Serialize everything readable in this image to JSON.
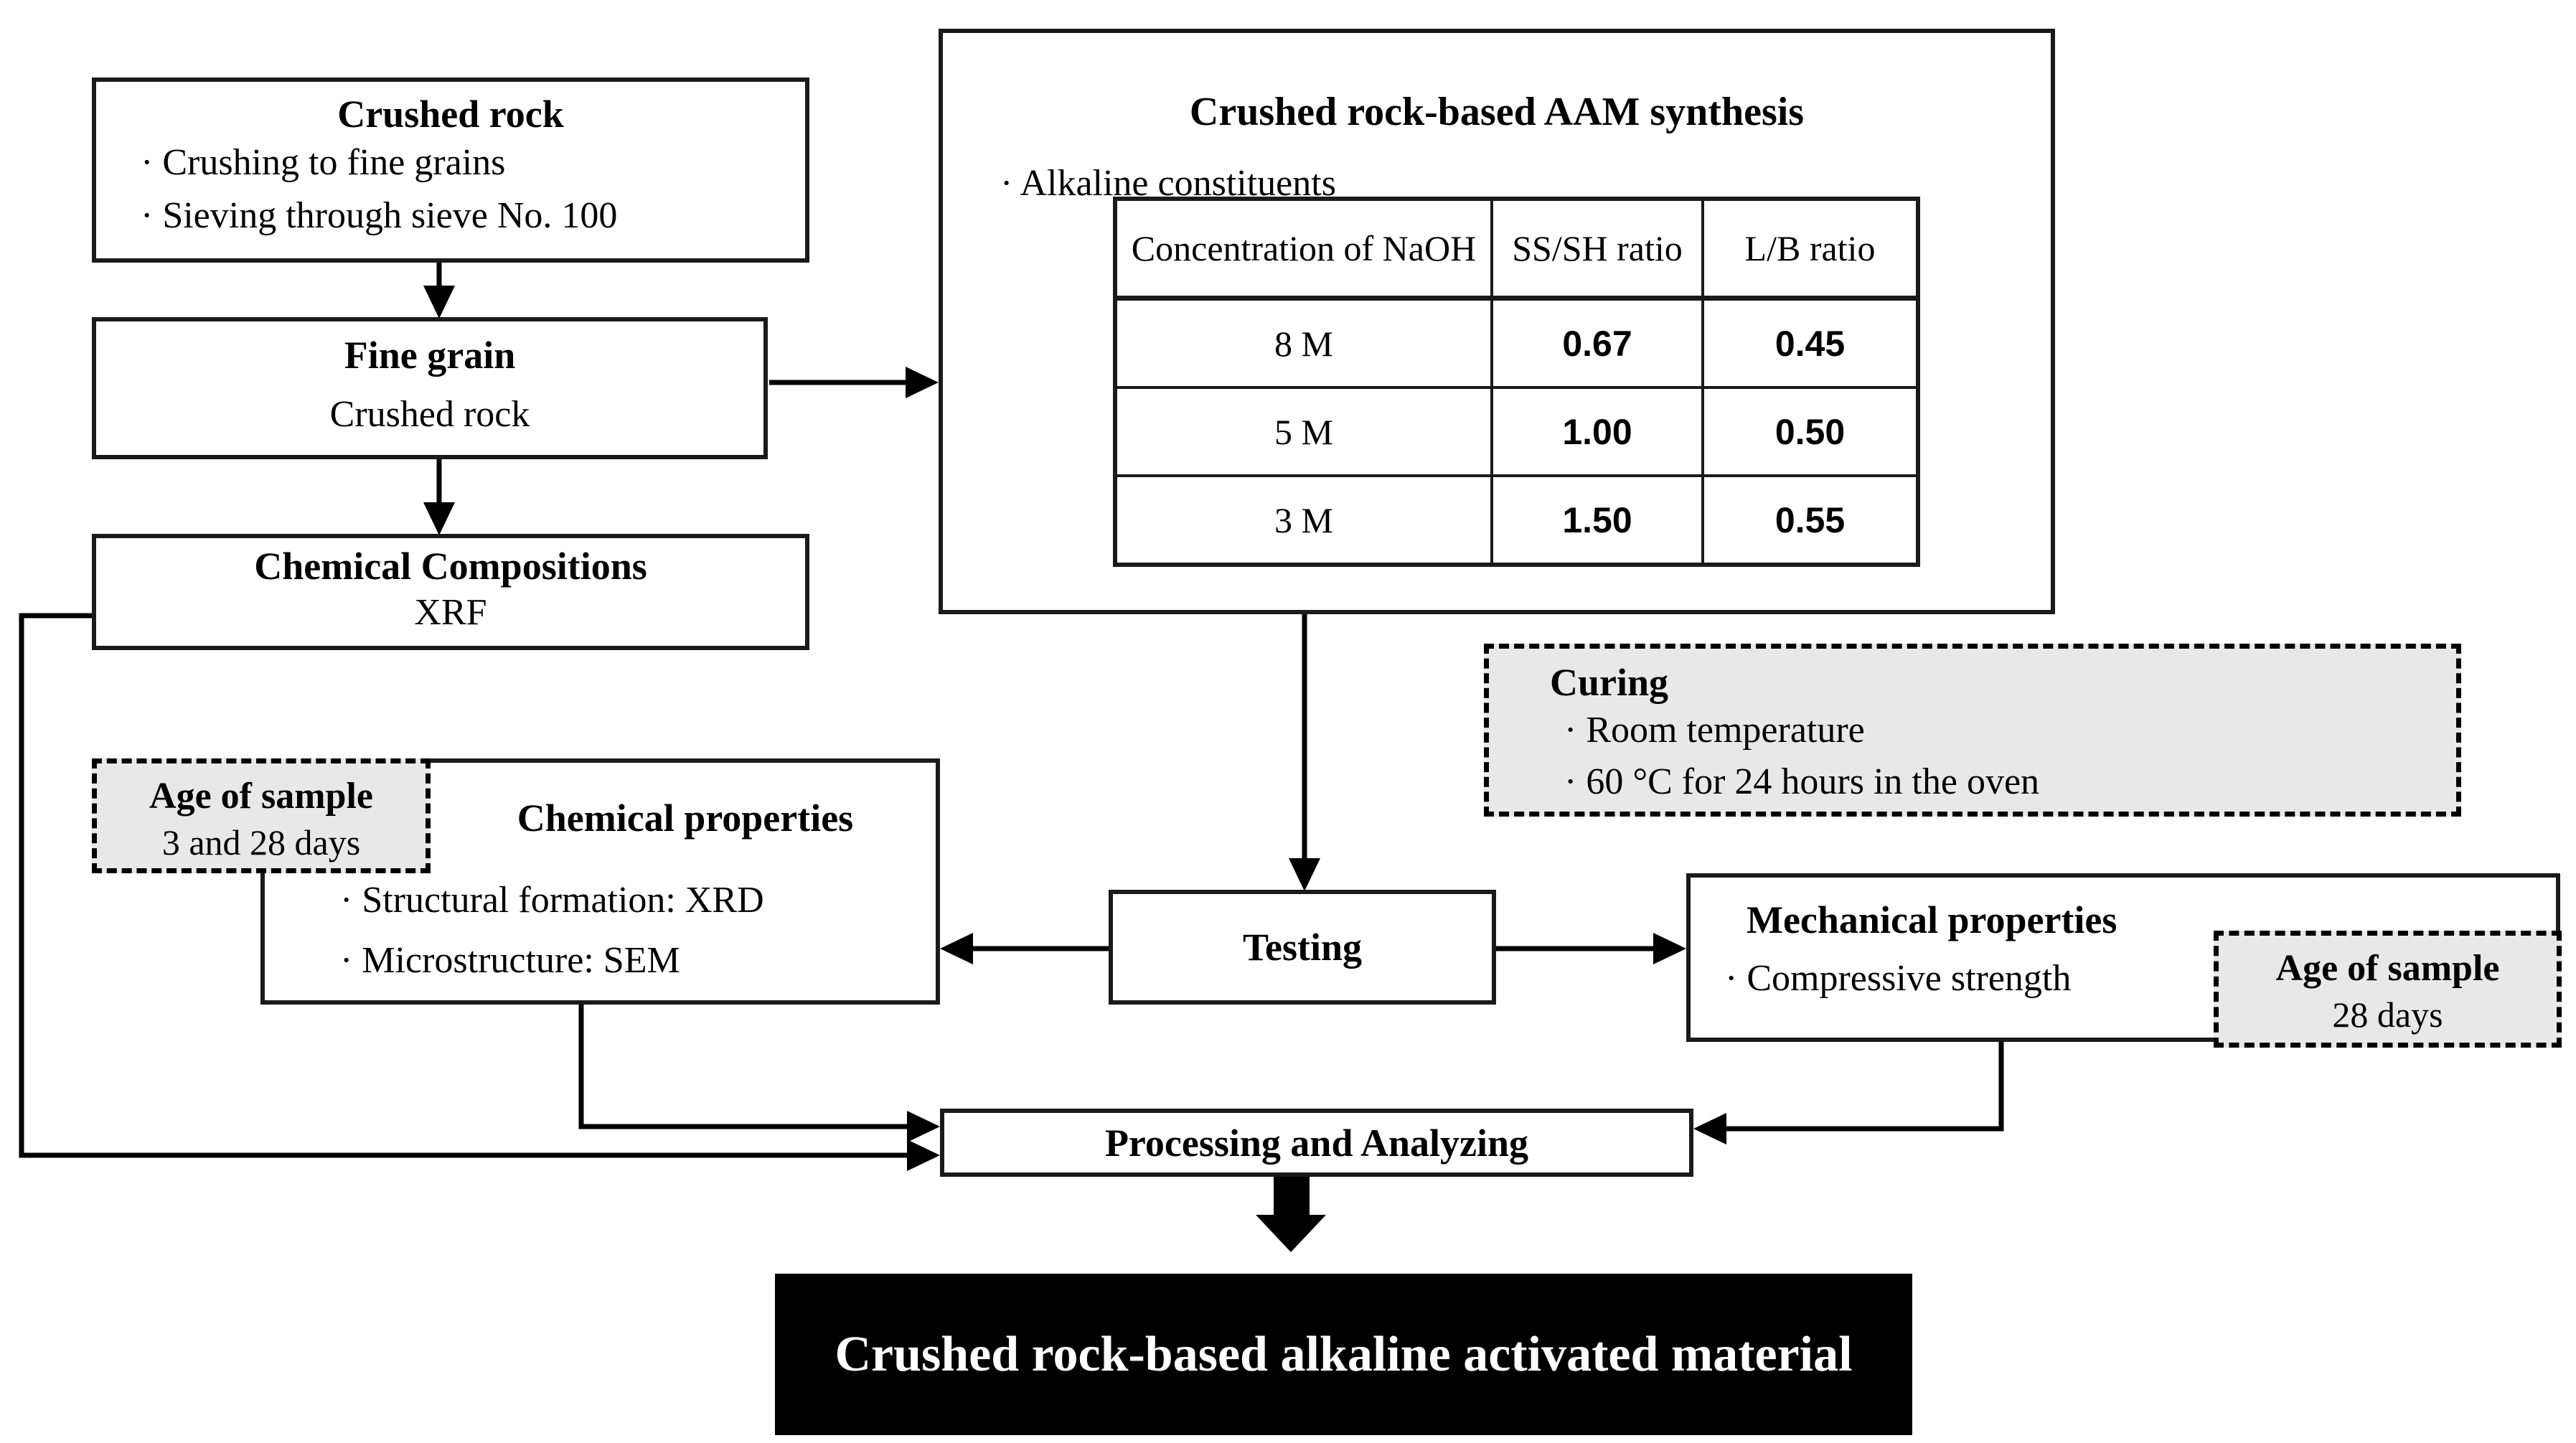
{
  "diagram": {
    "boxes": {
      "crushed_rock": {
        "title": "Crushed rock",
        "bullets": [
          "· Crushing to fine grains",
          "· Sieving through sieve No. 100"
        ]
      },
      "fine_grain": {
        "title": "Fine grain",
        "subtitle": "Crushed rock"
      },
      "chemical_compositions": {
        "title": "Chemical Compositions",
        "subtitle": "XRF"
      },
      "aam_synthesis": {
        "title": "Crushed rock-based AAM synthesis",
        "bullet": "· Alkaline constituents",
        "table": {
          "headers": [
            "Concentration of NaOH",
            "SS/SH ratio",
            "L/B ratio"
          ],
          "rows": [
            [
              "8 M",
              "0.67",
              "0.45"
            ],
            [
              "5 M",
              "1.00",
              "0.50"
            ],
            [
              "3 M",
              "1.50",
              "0.55"
            ]
          ]
        }
      },
      "curing": {
        "title": "Curing",
        "bullets": [
          "· Room temperature",
          "· 60 °C for 24 hours in the oven"
        ]
      },
      "age_left": {
        "title": "Age of sample",
        "subtitle": "3 and 28 days"
      },
      "chemical_properties": {
        "title": "Chemical properties",
        "bullets": [
          "· Structural formation: XRD",
          "· Microstructure: SEM"
        ]
      },
      "testing": {
        "title": "Testing"
      },
      "mechanical_properties": {
        "title": "Mechanical properties",
        "bullets": [
          "· Compressive strength"
        ]
      },
      "age_right": {
        "title": "Age of sample",
        "subtitle": "28 days"
      },
      "processing": {
        "title": "Processing and Analyzing"
      },
      "result": {
        "title": "Crushed rock-based alkaline activated material"
      }
    },
    "colors": {
      "bg": "#ffffff",
      "line": "#000000",
      "box_border": "#1a1a1a",
      "dashed_fill": "#e8e8e8",
      "result_bg": "#000000",
      "result_text": "#ffffff"
    }
  }
}
